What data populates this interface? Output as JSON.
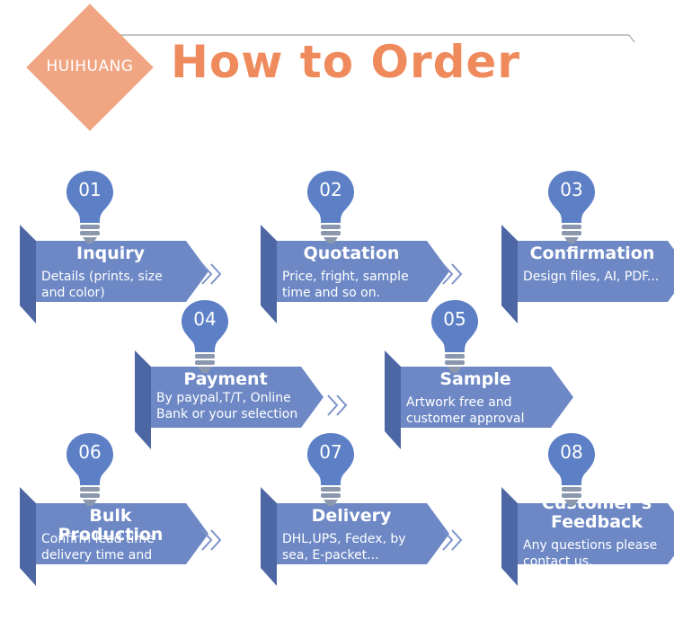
{
  "header": {
    "brand": "HUIHUANG",
    "title": "How to Order"
  },
  "steps": [
    {
      "num": "01",
      "title": "Inquiry",
      "desc": "Details (prints, size and color)"
    },
    {
      "num": "02",
      "title": "Quotation",
      "desc": "Price, fright, sample time and so on."
    },
    {
      "num": "03",
      "title": "Confirmation",
      "desc": "Design files, AI, PDF..."
    },
    {
      "num": "04",
      "title": "Payment",
      "desc": "By paypal,T/T, Online Bank or your selection"
    },
    {
      "num": "05",
      "title": "Sample",
      "desc": "Artwork free and customer approval"
    },
    {
      "num": "06",
      "title": "Bulk Production",
      "desc": "Confirm lead time delivery time and"
    },
    {
      "num": "07",
      "title": "Delivery",
      "desc": "DHL,UPS, Fedex, by sea, E-packet..."
    },
    {
      "num": "08",
      "title": "Customer’s Feedback",
      "desc": "Any questions please contact us."
    }
  ],
  "colors": {
    "banner_front": "#6d88c5",
    "banner_fold": "#4d67a5",
    "bulb": "#5c7fc5",
    "bulb_base": "#8a97ad",
    "title": "#ef8a5c",
    "brand_bg": "#f0a583"
  }
}
